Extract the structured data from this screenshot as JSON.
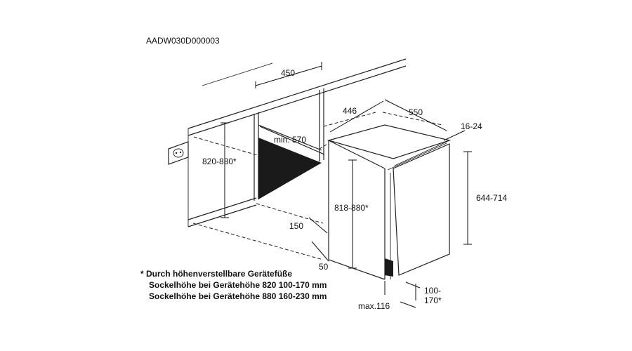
{
  "reference_code": "AADW030D000003",
  "dimensions": {
    "niche_width": "450",
    "niche_height": "820-880*",
    "min_depth": "min. 570",
    "appliance_width": "446",
    "appliance_depth": "550",
    "door_thickness": "16-24",
    "appliance_height": "818-880*",
    "door_height": "644-714",
    "plinth_offset": "150",
    "plinth_gap": "50",
    "plinth_height": "100-\n170*",
    "max_plinth_depth": "max.116"
  },
  "notes": [
    "* Durch höhenverstellbare Gerätefüße",
    "Sockelhöhe bei Gerätehöhe 820  100-170 mm",
    "Sockelhöhe bei Gerätehöhe 880  160-230 mm"
  ]
}
